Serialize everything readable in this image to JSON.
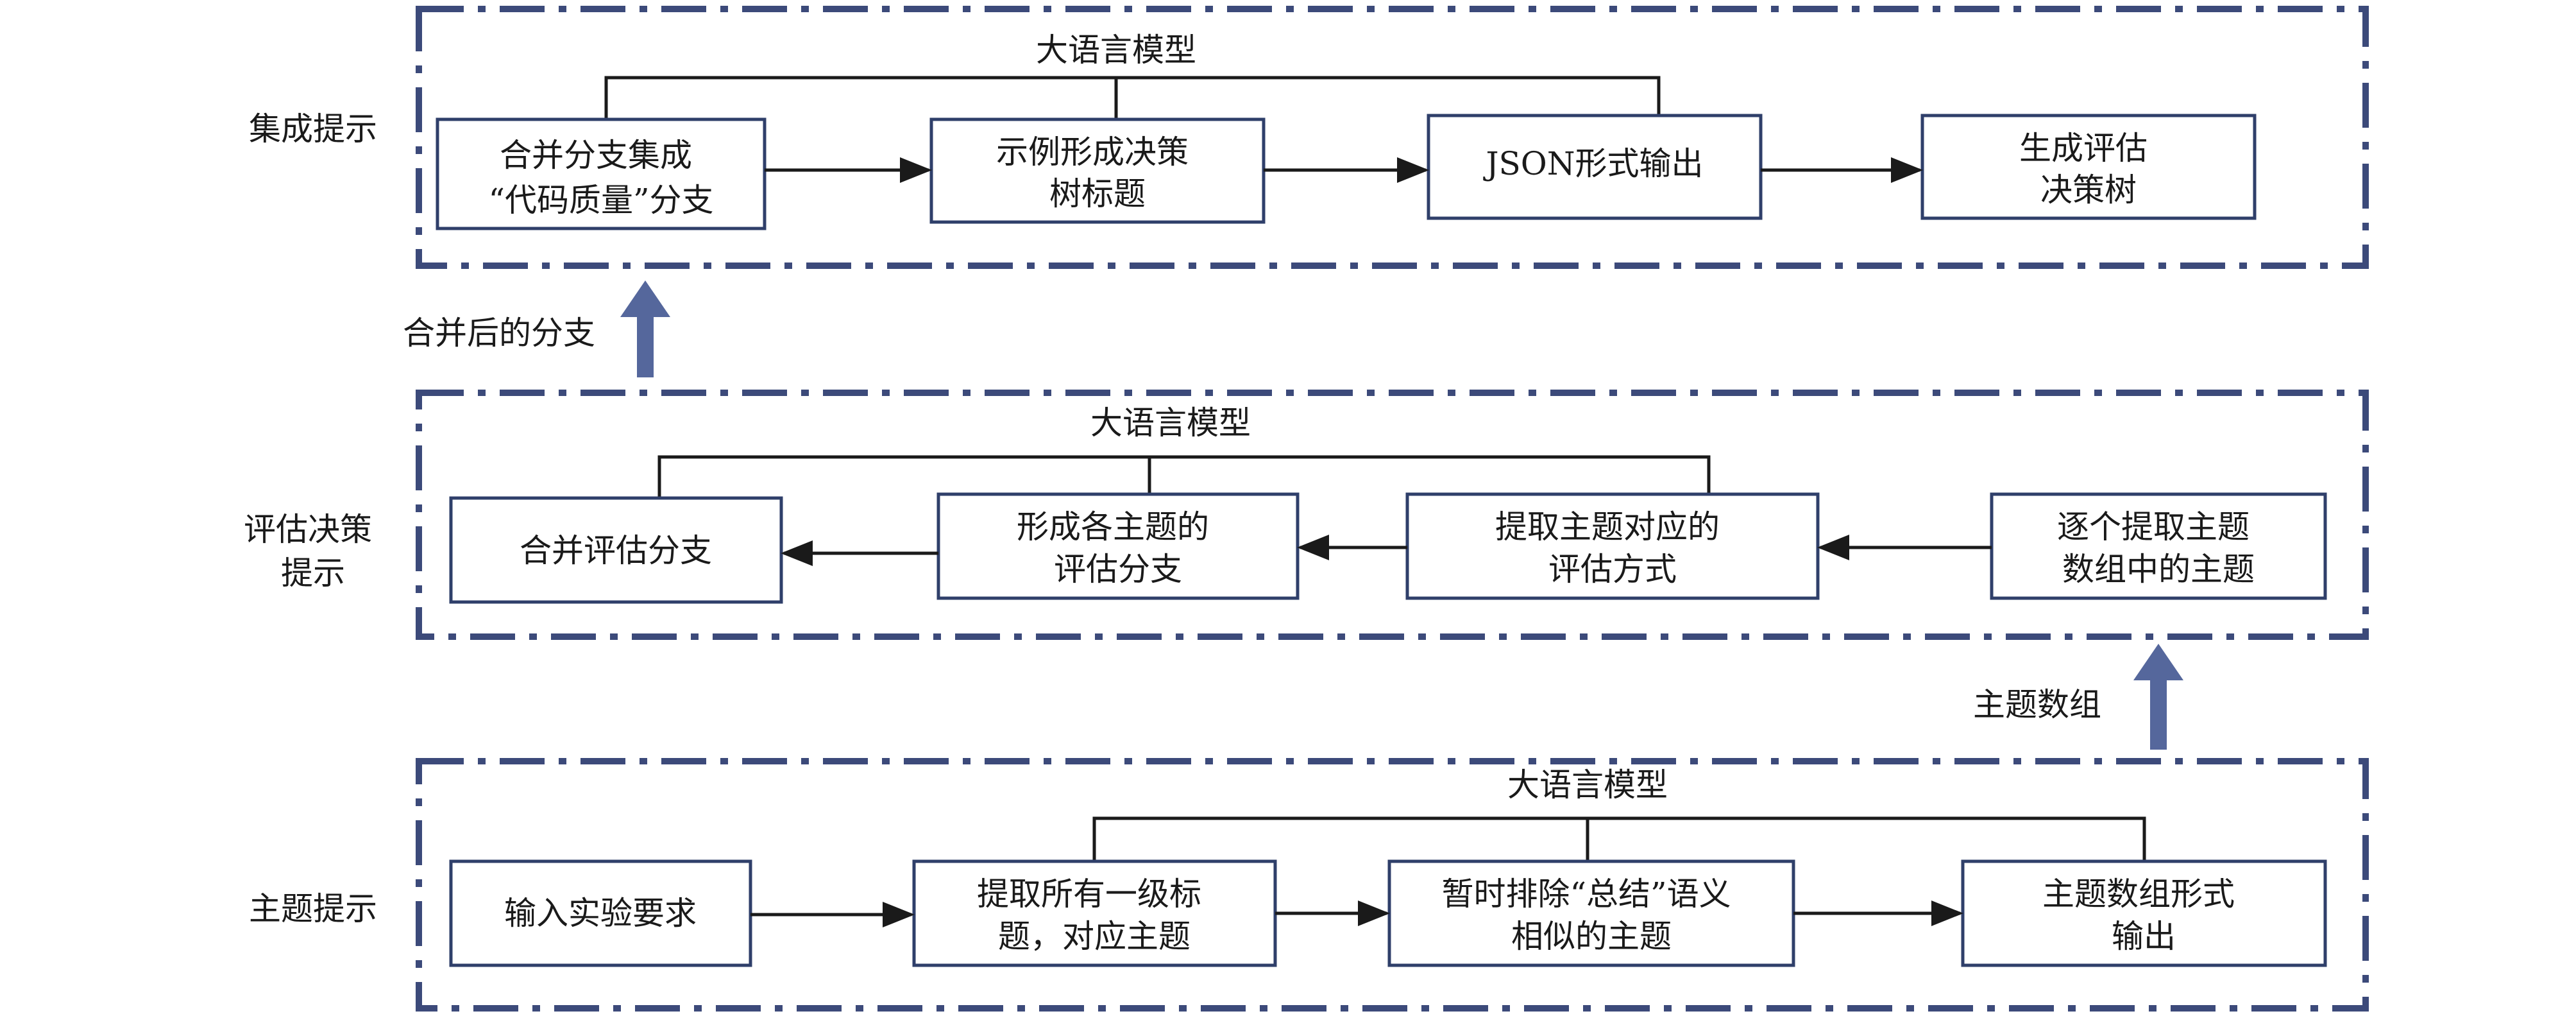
{
  "colors": {
    "frame": "#3c4a7a",
    "box_border": "#2f3f6a",
    "big_arrow": "#55679c",
    "text": "#1a1a1a"
  },
  "sections": {
    "integration": {
      "title": "集成提示",
      "model": "大语言模型",
      "steps": [
        [
          "合并分支集成",
          "“代码质量”分支"
        ],
        [
          "示例形成决策",
          "树标题"
        ],
        [
          "JSON形式输出"
        ],
        [
          "生成评估",
          "决策树"
        ]
      ]
    },
    "evaluation": {
      "title": [
        "评估决策",
        "提示"
      ],
      "model": "大语言模型",
      "steps": [
        [
          "合并评估分支"
        ],
        [
          "形成各主题的",
          "评估分支"
        ],
        [
          "提取主题对应的",
          "评估方式"
        ],
        [
          "逐个提取主题",
          "数组中的主题"
        ]
      ]
    },
    "theme": {
      "title": "主题提示",
      "model": "大语言模型",
      "steps": [
        [
          "输入实验要求"
        ],
        [
          "提取所有一级标",
          "题，对应主题"
        ],
        [
          "暂时排除“总结”语义",
          "相似的主题"
        ],
        [
          "主题数组形式",
          "输出"
        ]
      ]
    }
  },
  "connectors": {
    "merged_branch": "合并后的分支",
    "theme_array": "主题数组"
  }
}
